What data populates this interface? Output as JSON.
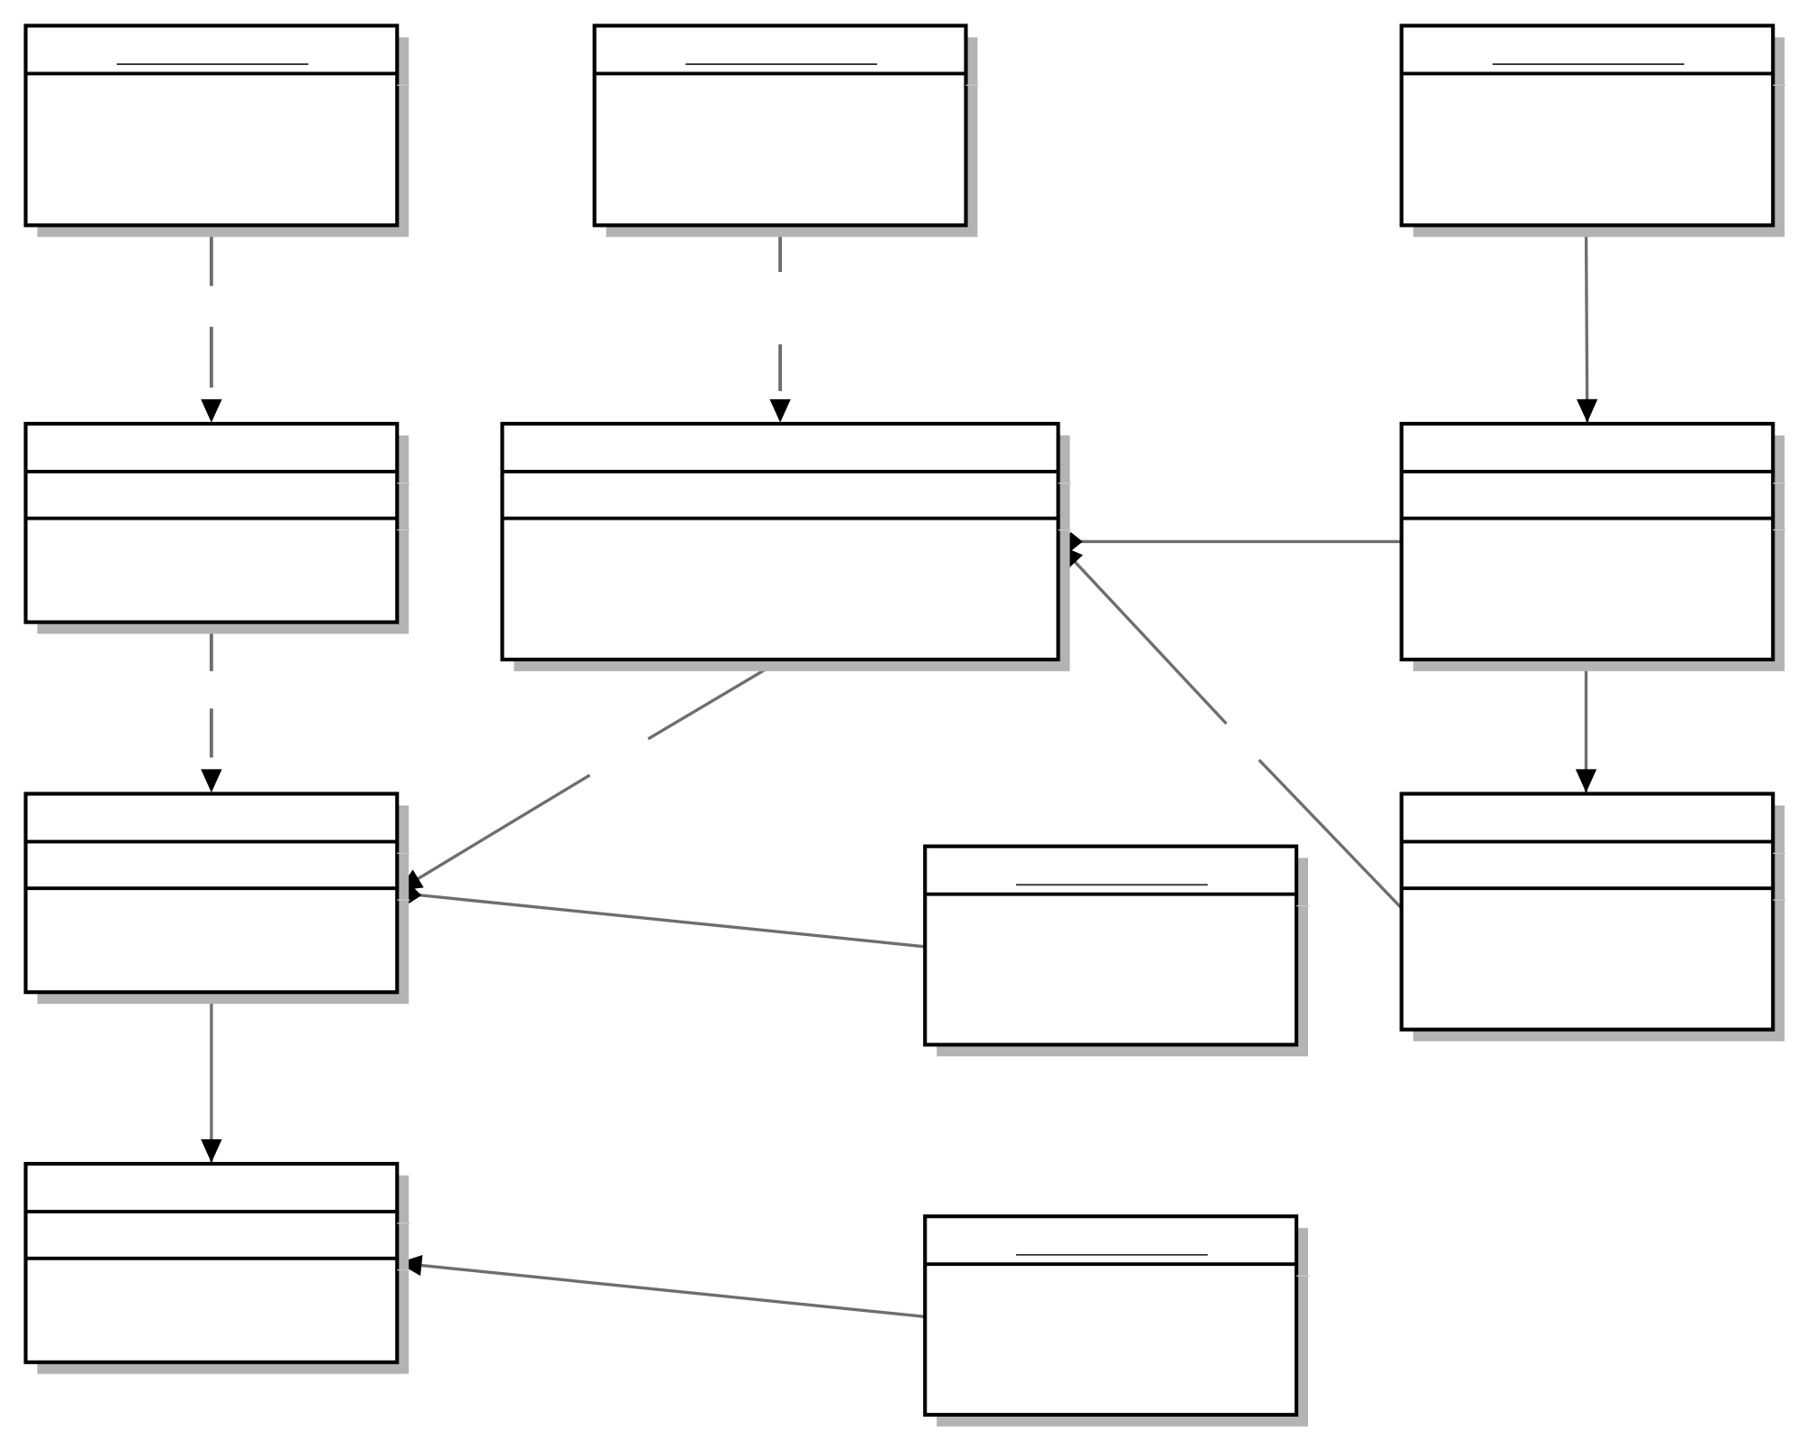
{
  "diagram": {
    "type": "uml-class-diagram",
    "colors": {
      "background": "#ffffff",
      "box_stroke": "#000000",
      "box_fill": "#ffffff",
      "shadow": "#b3b3b3",
      "connector": "#6e6e6e",
      "arrowhead": "#000000"
    },
    "nodes": [
      {
        "id": "object-top-left",
        "kind": "object",
        "name": "",
        "attributes": []
      },
      {
        "id": "object-top-center",
        "kind": "object",
        "name": "",
        "attributes": []
      },
      {
        "id": "object-top-right",
        "kind": "object",
        "name": "",
        "attributes": []
      },
      {
        "id": "class-left-2",
        "kind": "class",
        "name": "",
        "attributes": [],
        "operations": []
      },
      {
        "id": "class-center-2",
        "kind": "class",
        "name": "",
        "attributes": [],
        "operations": []
      },
      {
        "id": "class-right-2",
        "kind": "class",
        "name": "",
        "attributes": [],
        "operations": []
      },
      {
        "id": "class-left-3",
        "kind": "class",
        "name": "",
        "attributes": [],
        "operations": []
      },
      {
        "id": "object-middle",
        "kind": "object",
        "name": "",
        "attributes": []
      },
      {
        "id": "class-right-3",
        "kind": "class",
        "name": "",
        "attributes": [],
        "operations": []
      },
      {
        "id": "class-left-4",
        "kind": "class",
        "name": "",
        "attributes": [],
        "operations": []
      },
      {
        "id": "object-bottom",
        "kind": "object",
        "name": "",
        "attributes": []
      }
    ],
    "edges": [
      {
        "id": "edge-1",
        "from": "object-top-left",
        "to": "class-left-2",
        "style": "dashed",
        "head": "triangle-filled"
      },
      {
        "id": "edge-2",
        "from": "object-top-center",
        "to": "class-center-2",
        "style": "dashed",
        "head": "triangle-filled"
      },
      {
        "id": "edge-3",
        "from": "object-top-right",
        "to": "class-right-2",
        "style": "solid",
        "head": "triangle-filled"
      },
      {
        "id": "edge-4",
        "from": "class-left-2",
        "to": "class-left-3",
        "style": "dashed",
        "head": "triangle-filled"
      },
      {
        "id": "edge-5",
        "from": "class-center-2",
        "to": "class-left-3",
        "style": "solid",
        "head": "triangle-filled"
      },
      {
        "id": "edge-6",
        "from": "class-right-2",
        "to": "class-center-2",
        "style": "solid",
        "head": "diamond-filled"
      },
      {
        "id": "edge-7",
        "from": "class-right-3",
        "to": "class-center-2",
        "style": "solid",
        "head": "triangle-filled"
      },
      {
        "id": "edge-8",
        "from": "class-right-2",
        "to": "class-right-3",
        "style": "solid",
        "head": "triangle-filled"
      },
      {
        "id": "edge-9",
        "from": "object-middle",
        "to": "class-left-3",
        "style": "solid",
        "head": "diamond-filled"
      },
      {
        "id": "edge-10",
        "from": "class-left-3",
        "to": "class-left-4",
        "style": "solid",
        "head": "triangle-filled"
      },
      {
        "id": "edge-11",
        "from": "object-bottom",
        "to": "class-left-4",
        "style": "solid",
        "head": "triangle-filled"
      }
    ]
  }
}
